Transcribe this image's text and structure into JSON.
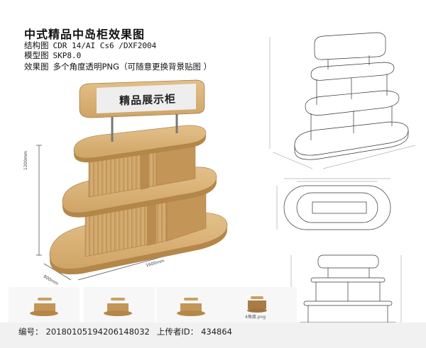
{
  "title": "中式精品中岛柜效果图",
  "info_lines": [
    {
      "label": "结构图",
      "value": "CDR 14/AI Cs6 /DXF2004"
    },
    {
      "label": "模型图",
      "value": "SKP8.0"
    },
    {
      "label": "效果图",
      "value": "多个角度透明PNG（可随意更换背景贴图 ）"
    }
  ],
  "sign_text": "精品展示柜",
  "dimensions": {
    "height": "1200mm",
    "depth": "800mm",
    "width": "1600mm"
  },
  "thumbnail_label": "4角度.png",
  "footer": {
    "id_label": "编号：",
    "id_value": "20180105194206148032",
    "uploader_label": "上传者ID：",
    "uploader_value": "434864"
  },
  "colors": {
    "wood_light": "#d9b176",
    "wood_mid": "#c49a5f",
    "wood_dark": "#a67c45",
    "line": "#333333"
  }
}
